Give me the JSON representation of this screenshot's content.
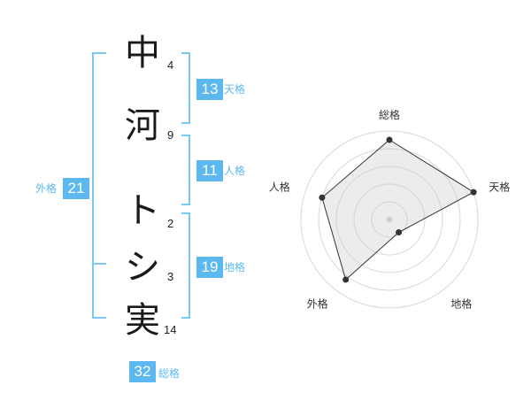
{
  "name_chars": [
    {
      "char": "中",
      "strokes": "4"
    },
    {
      "char": "河",
      "strokes": "9"
    },
    {
      "char": "ト",
      "strokes": "2"
    },
    {
      "char": "シ",
      "strokes": "3"
    },
    {
      "char": "実",
      "strokes": "14"
    }
  ],
  "kaku": {
    "tenkaku": {
      "value": "13",
      "label": "天格"
    },
    "jinkaku": {
      "value": "11",
      "label": "人格"
    },
    "chikaku": {
      "value": "19",
      "label": "地格"
    },
    "gaikaku": {
      "value": "21",
      "label": "外格"
    },
    "soukaku": {
      "value": "32",
      "label": "総格"
    }
  },
  "colors": {
    "accent": "#5db8f0",
    "bracket": "#7ec6f3"
  },
  "chart_data": {
    "type": "radar",
    "axes": [
      "総格",
      "天格",
      "地格",
      "外格",
      "人格"
    ],
    "values": [
      4.5,
      5.0,
      0.9,
      4.2,
      4.0
    ],
    "max": 5,
    "rings": 5
  }
}
